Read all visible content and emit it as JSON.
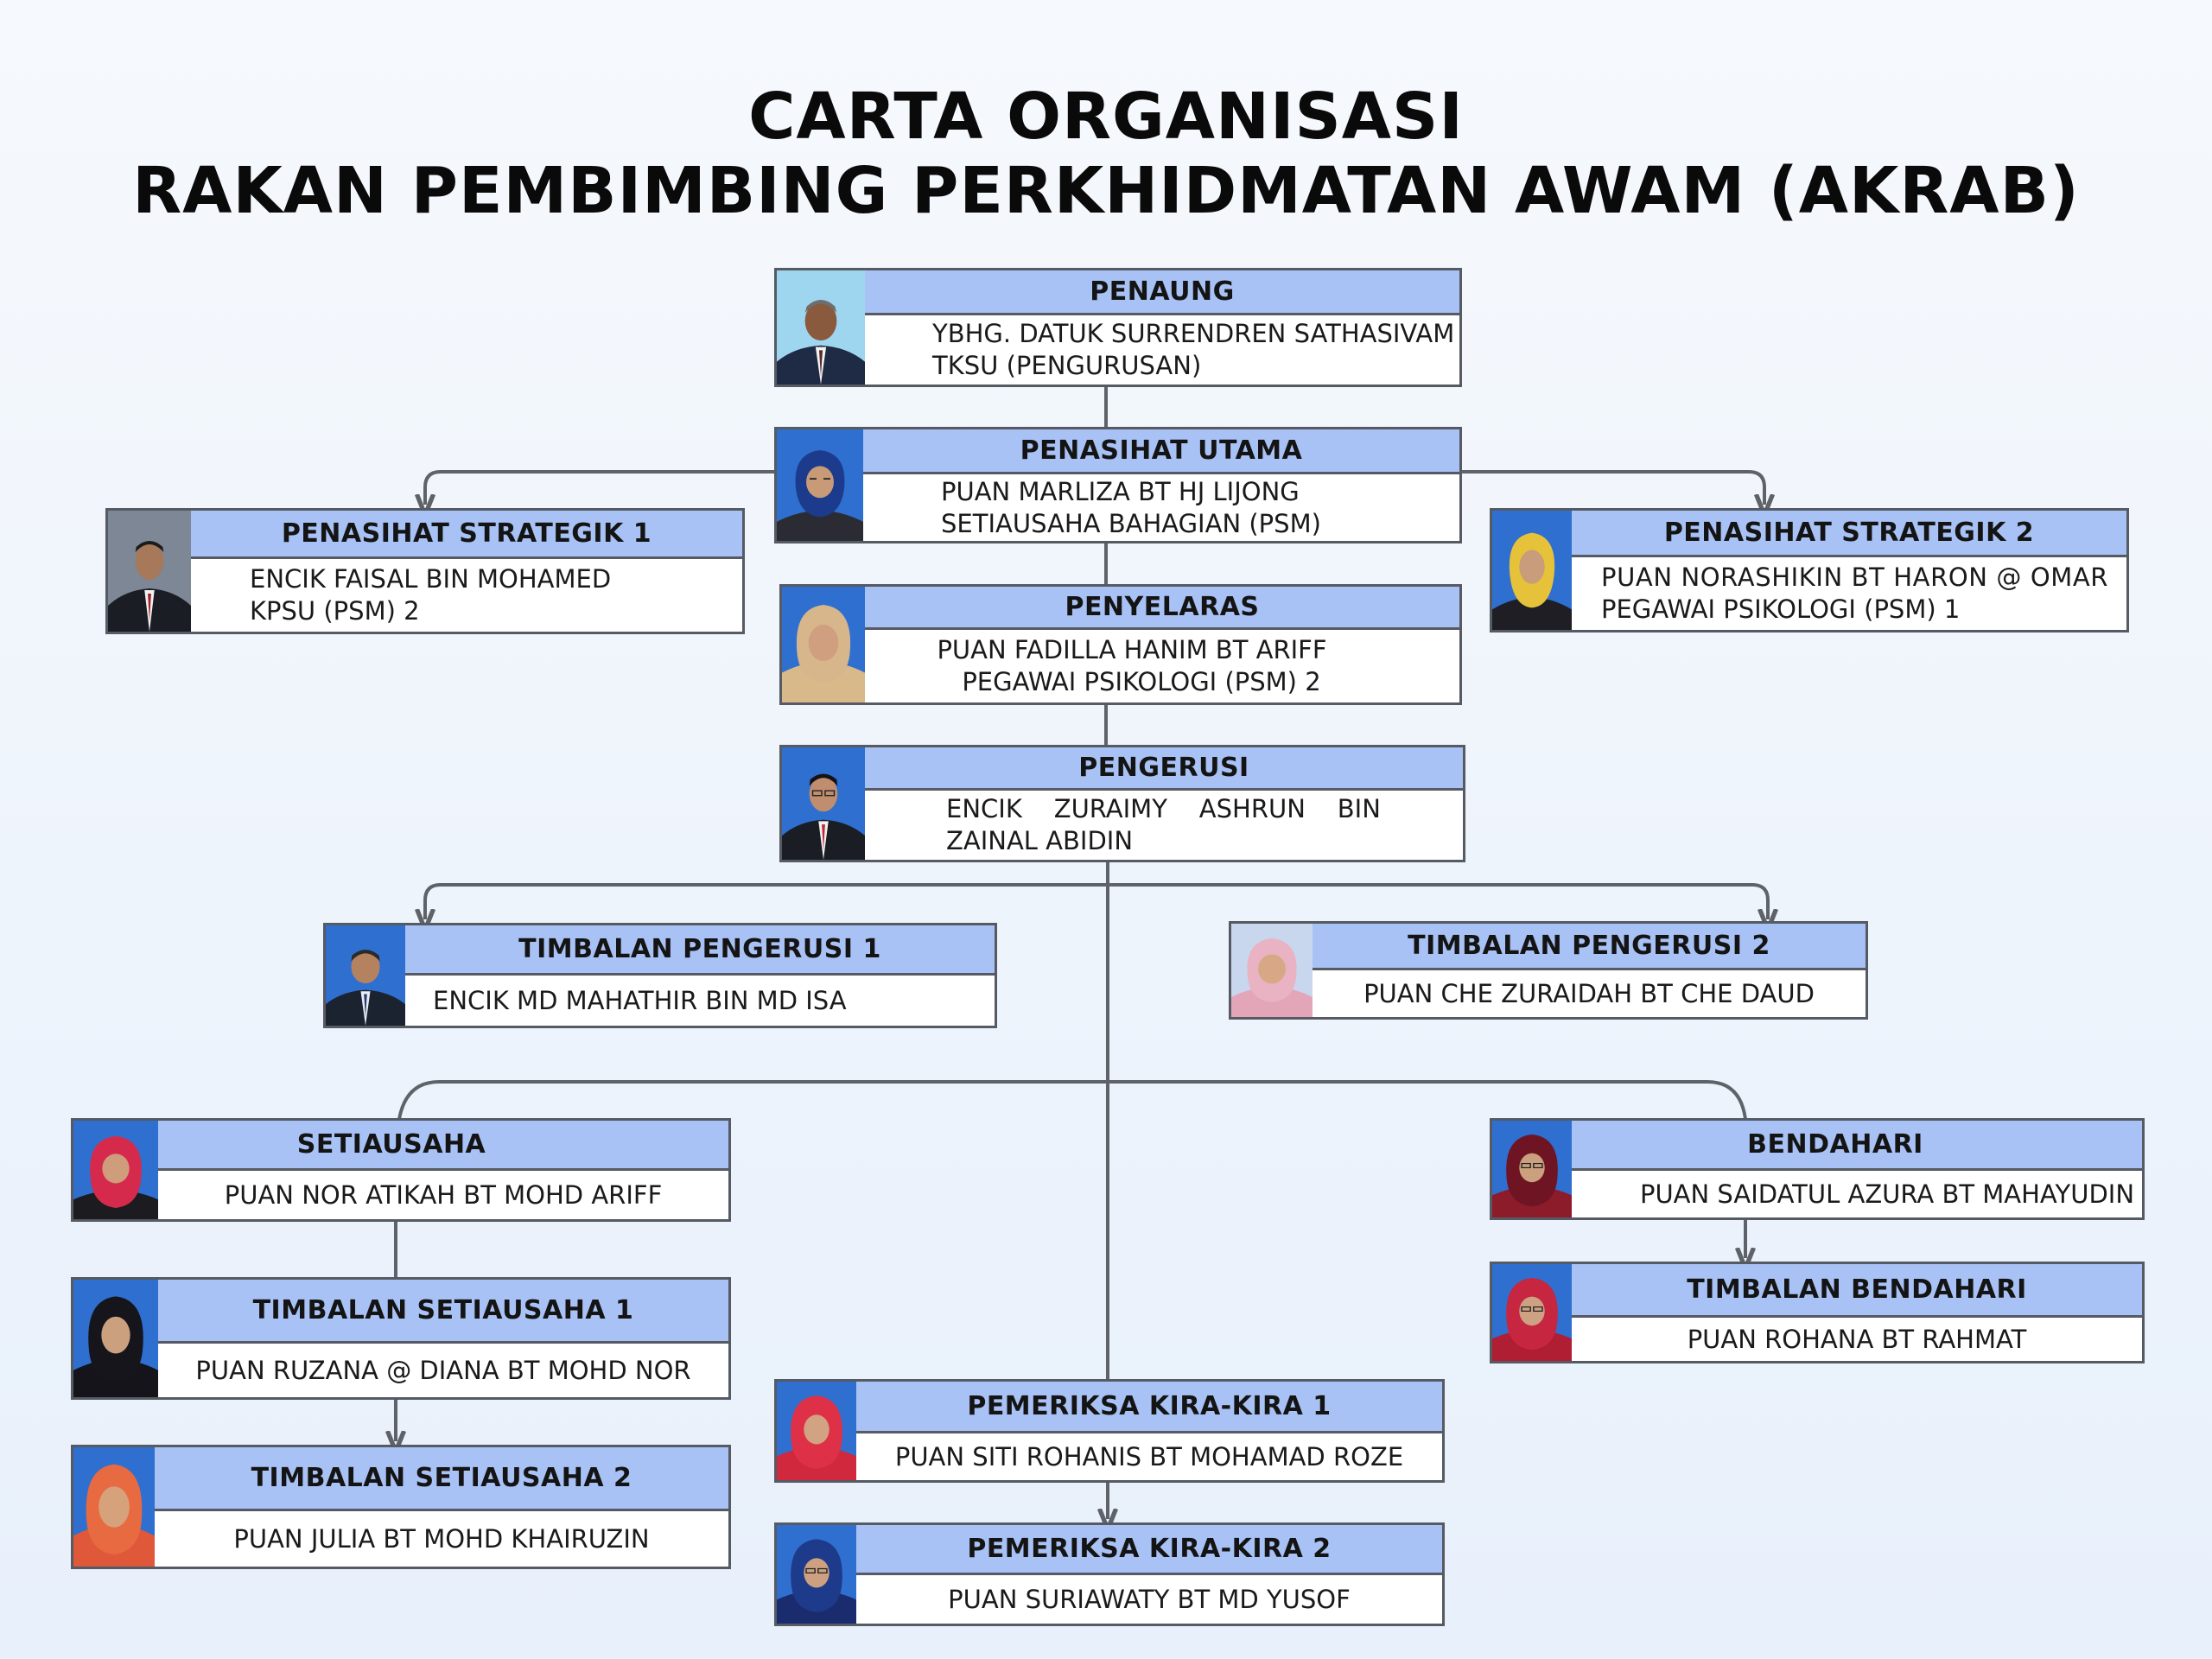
{
  "title": {
    "line1": "CARTA ORGANISASI",
    "line2": "RAKAN PEMBIMBING PERKHIDMATAN AWAM (AKRAB)"
  },
  "colors": {
    "role_header": "#a9c2f5",
    "border": "#555a63",
    "connector": "#5f6369",
    "photo_bg": "#2f6fd0"
  },
  "nodes": {
    "penaung": {
      "role": "PENAUNG",
      "line1": "YBHG. DATUK SURRENDREN SATHASIVAM",
      "line2": "TKSU (PENGURUSAN)",
      "photo": "man-portrait-icon"
    },
    "penasihat_utama": {
      "role": "PENASIHAT UTAMA",
      "line1": "PUAN MARLIZA BT HJ LIJONG",
      "line2": "SETIAUSAHA BAHAGIAN (PSM)",
      "photo": "woman-hijab-portrait-icon"
    },
    "penasihat_strategik_1": {
      "role": "PENASIHAT STRATEGIK 1",
      "line1": "ENCIK FAISAL BIN MOHAMED",
      "line2": "KPSU (PSM) 2",
      "photo": "man-portrait-icon"
    },
    "penasihat_strategik_2": {
      "role": "PENASIHAT STRATEGIK 2",
      "line1": "PUAN NORASHIKIN BT HARON @ OMAR",
      "line2": "PEGAWAI PSIKOLOGI (PSM) 1",
      "photo": "woman-hijab-portrait-icon"
    },
    "penyelaras": {
      "role": "PENYELARAS",
      "line1": "PUAN FADILLA HANIM BT ARIFF",
      "line2": "PEGAWAI PSIKOLOGI (PSM) 2",
      "photo": "woman-hijab-portrait-icon"
    },
    "pengerusi": {
      "role": "PENGERUSI",
      "line1": "ENCIK    ZURAIMY    ASHRUN    BIN",
      "line2": "ZAINAL ABIDIN",
      "photo": "man-portrait-icon"
    },
    "timbalan_pengerusi_1": {
      "role": "TIMBALAN PENGERUSI 1",
      "line1": "ENCIK MD MAHATHIR BIN MD ISA",
      "photo": "man-portrait-icon"
    },
    "timbalan_pengerusi_2": {
      "role": "TIMBALAN PENGERUSI 2",
      "line1": "PUAN CHE ZURAIDAH BT CHE DAUD",
      "photo": "woman-hijab-portrait-icon"
    },
    "setiausaha": {
      "role": "SETIAUSAHA",
      "line1": "PUAN NOR ATIKAH BT MOHD ARIFF",
      "photo": "woman-hijab-portrait-icon"
    },
    "timbalan_setiausaha_1": {
      "role": "TIMBALAN SETIAUSAHA 1",
      "line1": "PUAN RUZANA @ DIANA BT MOHD NOR",
      "photo": "woman-hijab-portrait-icon"
    },
    "timbalan_setiausaha_2": {
      "role": "TIMBALAN SETIAUSAHA 2",
      "line1": "PUAN JULIA BT MOHD KHAIRUZIN",
      "photo": "woman-hijab-portrait-icon"
    },
    "bendahari": {
      "role": "BENDAHARI",
      "line1": "PUAN SAIDATUL AZURA BT MAHAYUDIN",
      "photo": "woman-hijab-portrait-icon"
    },
    "timbalan_bendahari": {
      "role": "TIMBALAN BENDAHARI",
      "line1": "PUAN ROHANA BT RAHMAT",
      "photo": "woman-hijab-portrait-icon"
    },
    "pemeriksa_kira_kira_1": {
      "role": "PEMERIKSA KIRA-KIRA 1",
      "line1": "PUAN SITI ROHANIS BT MOHAMAD ROZE",
      "photo": "woman-hijab-portrait-icon"
    },
    "pemeriksa_kira_kira_2": {
      "role": "PEMERIKSA KIRA-KIRA 2",
      "line1": "PUAN SURIAWATY BT MD YUSOF",
      "photo": "woman-hijab-portrait-icon"
    }
  }
}
